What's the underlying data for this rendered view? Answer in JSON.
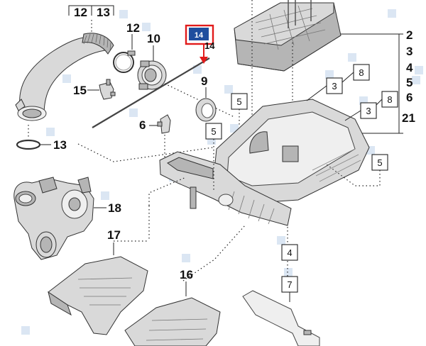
{
  "callouts": {
    "top_12": "12",
    "top_13": "13",
    "c12": "12",
    "c10": "10",
    "c15": "15",
    "c6_left": "6",
    "c13": "13",
    "c9": "9",
    "c18": "18",
    "c17": "17",
    "c16": "16",
    "c14_highlight": "14",
    "c14_under": "14"
  },
  "boxed_callouts": {
    "b5_a": "5",
    "b5_b": "5",
    "b3_a": "3",
    "b8_a": "8",
    "b8_b": "8",
    "b3_b": "3",
    "b5_c": "5",
    "b4": "4",
    "b7": "7"
  },
  "right_list": [
    "2",
    "3",
    "4",
    "5",
    "6",
    "21"
  ],
  "colors": {
    "highlight_frame": "#e11b1b",
    "highlight_fill": "#1f4e9e",
    "arrow": "#e11b1b",
    "marker": "#dbe6f3"
  }
}
